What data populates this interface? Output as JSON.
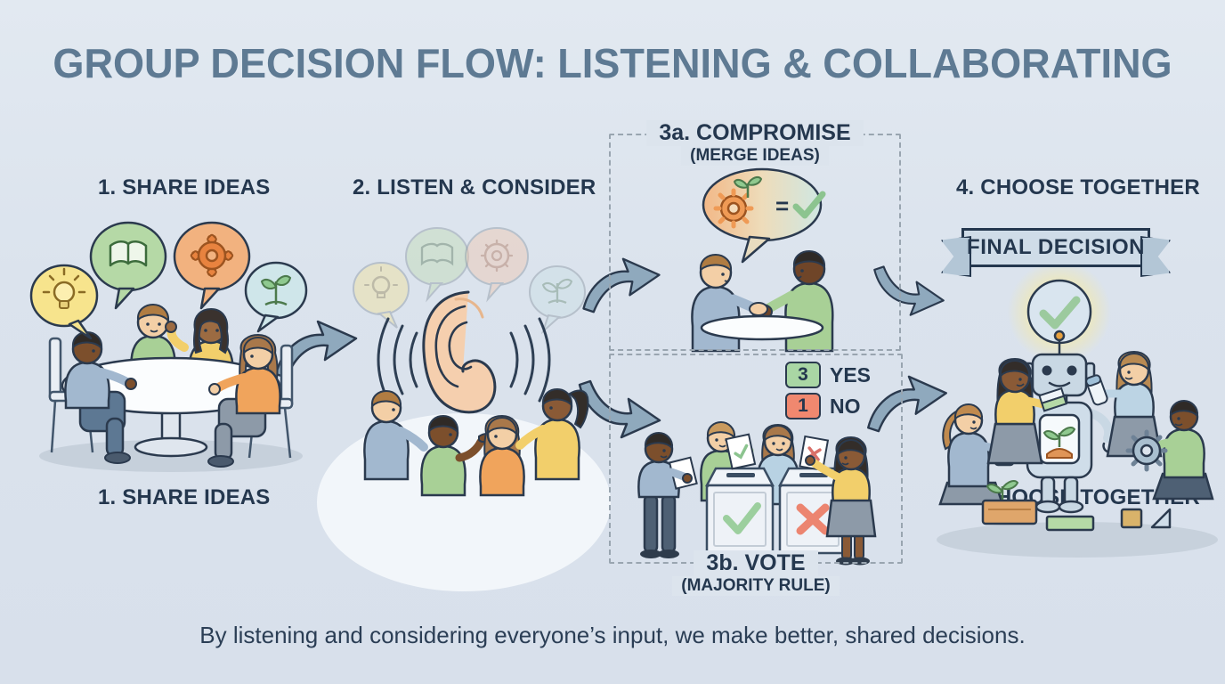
{
  "title": "GROUP DECISION FLOW: LISTENING & COLLABORATING",
  "steps": {
    "share": "1. SHARE IDEAS",
    "listen": "2. LISTEN & CONSIDER",
    "compromise": "3a. COMPROMISE",
    "compromise_sub": "(MERGE IDEAS)",
    "vote": "3b. VOTE",
    "vote_sub": "(MAJORITY RULE)",
    "choose": "4. CHOOSE TOGETHER"
  },
  "merge": {
    "equals": "="
  },
  "tally": {
    "yes_count": "3",
    "yes_label": "YES",
    "no_count": "1",
    "no_label": "NO"
  },
  "banner": "FINAL DECISION",
  "caption": "By listening and considering everyone’s input, we make better, shared decisions.",
  "colors": {
    "background": "#dce4ed",
    "title_text": "#5e7a93",
    "label_text": "#24374e",
    "arrow_fill": "#8fa9bd",
    "yes_green": "#a9d6a4",
    "no_red": "#f0886f",
    "check_green": "#8cc48f",
    "x_red": "#e8705e",
    "banner_fill": "#cfdce8"
  },
  "icons": [
    "lightbulb-icon",
    "book-icon",
    "gear-icon",
    "plant-icon",
    "ear-icon",
    "sound-waves-icon",
    "handshake-icon",
    "check-icon",
    "x-icon",
    "ballot-box-icon",
    "robot-icon",
    "glow-check-icon"
  ]
}
